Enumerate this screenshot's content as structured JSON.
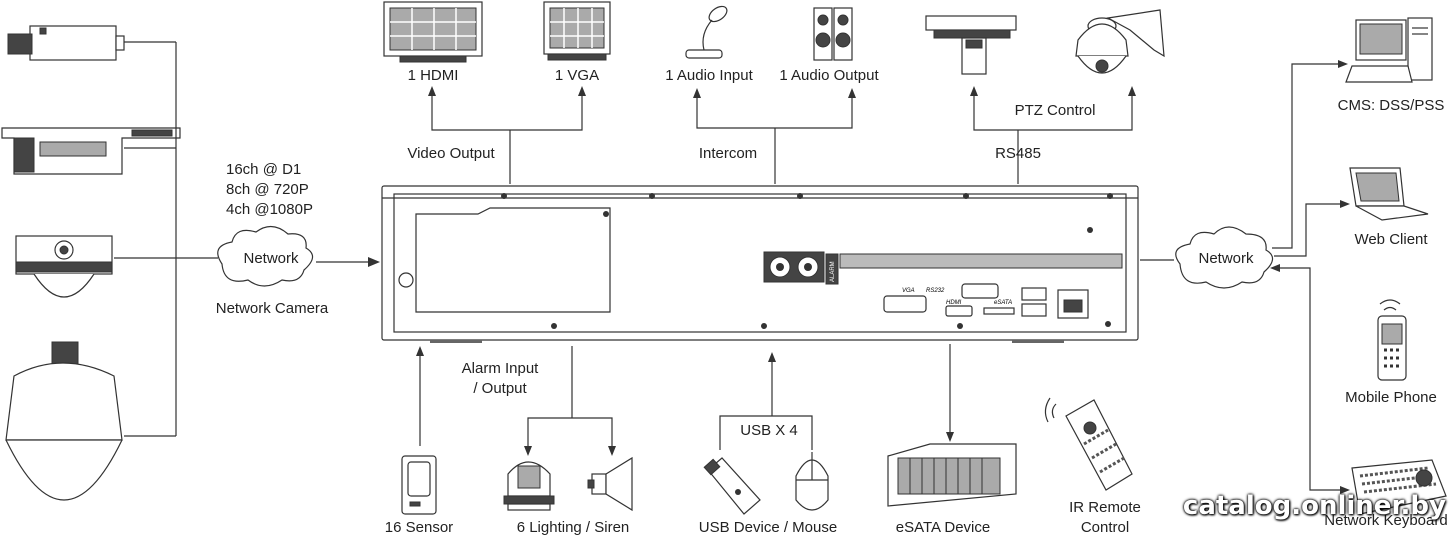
{
  "labels": {
    "hdmi": "1 HDMI",
    "vga": "1 VGA",
    "audio_in": "1 Audio Input",
    "audio_out": "1 Audio Output",
    "video_output": "Video Output",
    "intercom": "Intercom",
    "ptz_control": "PTZ Control",
    "rs485": "RS485",
    "res_line1": "16ch @ D1",
    "res_line2": "8ch @ 720P",
    "res_line3": "4ch @1080P",
    "network_left": "Network",
    "network_camera": "Network Camera",
    "network_right": "Network",
    "cms": "CMS: DSS/PSS",
    "web_client": "Web Client",
    "mobile_phone": "Mobile Phone",
    "network_keyboard": "Network Keyboard",
    "alarm_io_1": "Alarm Input",
    "alarm_io_2": "/ Output",
    "usb_x4": "USB X 4",
    "sensor": "16 Sensor",
    "lighting_siren": "6 Lighting / Siren",
    "usb_mouse": "USB Device / Mouse",
    "esata": "eSATA Device",
    "ir_remote_1": "IR Remote",
    "ir_remote_2": "Control"
  },
  "panel_text": {
    "vga": "VGA",
    "rs232": "RS232",
    "hdmi": "HDMI",
    "esata": "eSATA",
    "alarm": "ALARM"
  },
  "watermark": "catalog.onliner.by"
}
